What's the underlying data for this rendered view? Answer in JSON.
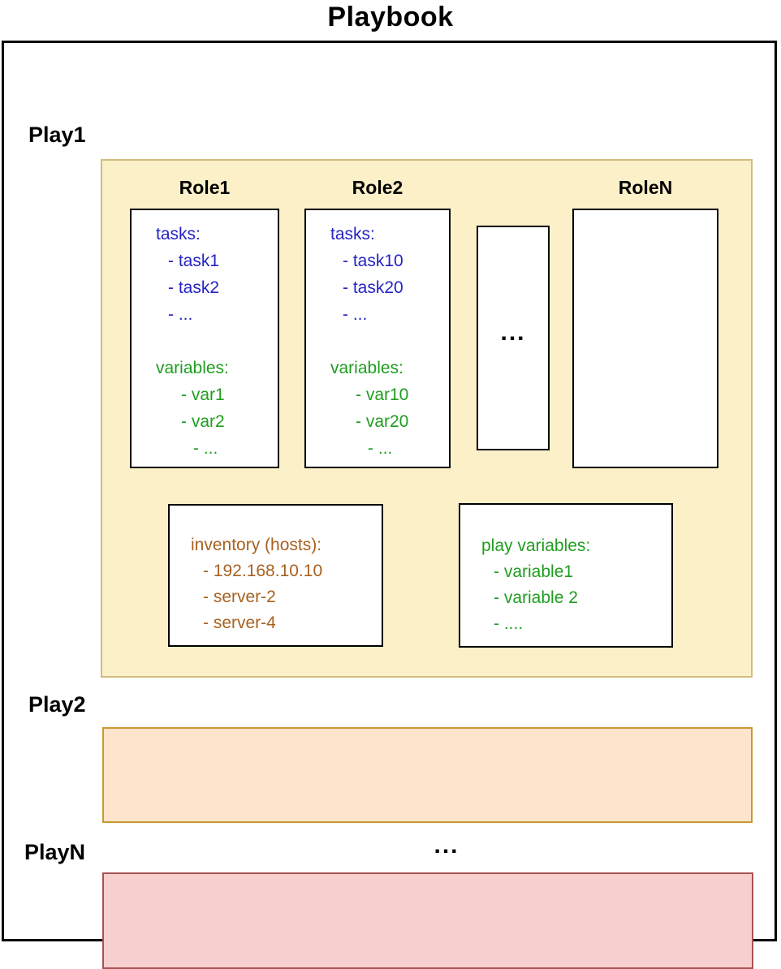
{
  "title": "Playbook",
  "colors": {
    "blue": "#2424c4",
    "green": "#1f9d1f",
    "brown": "#a8611f",
    "play1_fill": "#fcf0c9",
    "play1_border": "#d2bc7e",
    "play2_fill": "#fde4cb",
    "play2_border": "#c9992f",
    "playn_fill": "#f8cfcf",
    "playn_border": "#a85252"
  },
  "play1": {
    "label": "Play1",
    "roles": [
      {
        "name": "Role1",
        "lines": [
          {
            "t": "tasks:",
            "c": "blue",
            "i": 0
          },
          {
            "t": "- task1",
            "c": "blue",
            "i": 1
          },
          {
            "t": "- task2",
            "c": "blue",
            "i": 1
          },
          {
            "t": "- ...",
            "c": "blue",
            "i": 1
          },
          {
            "t": "",
            "i": 0
          },
          {
            "t": "variables:",
            "c": "green",
            "i": 0
          },
          {
            "t": "- var1",
            "c": "green",
            "i": 2
          },
          {
            "t": "- var2",
            "c": "green",
            "i": 2
          },
          {
            "t": "- ...",
            "c": "green",
            "i": 3
          }
        ]
      },
      {
        "name": "Role2",
        "lines": [
          {
            "t": "tasks:",
            "c": "blue",
            "i": 0
          },
          {
            "t": "- task10",
            "c": "blue",
            "i": 1
          },
          {
            "t": "- task20",
            "c": "blue",
            "i": 1
          },
          {
            "t": "- ...",
            "c": "blue",
            "i": 1
          },
          {
            "t": "",
            "i": 0
          },
          {
            "t": "variables:",
            "c": "green",
            "i": 0
          },
          {
            "t": "- var10",
            "c": "green",
            "i": 2
          },
          {
            "t": "- var20",
            "c": "green",
            "i": 2
          },
          {
            "t": "- ...",
            "c": "green",
            "i": 3
          }
        ]
      },
      {
        "name": "RoleN",
        "lines": []
      }
    ],
    "roles_ellipsis": "...",
    "inventory": {
      "lines": [
        {
          "t": "inventory (hosts):",
          "c": "brown",
          "i": 0
        },
        {
          "t": "- 192.168.10.10",
          "c": "brown",
          "i": 1
        },
        {
          "t": "- server-2",
          "c": "brown",
          "i": 1
        },
        {
          "t": "- server-4",
          "c": "brown",
          "i": 1
        }
      ]
    },
    "play_variables": {
      "lines": [
        {
          "t": "play variables:",
          "c": "green",
          "i": 0
        },
        {
          "t": "- variable1",
          "c": "green",
          "i": 1
        },
        {
          "t": "- variable 2",
          "c": "green",
          "i": 1
        },
        {
          "t": "- ....",
          "c": "green",
          "i": 1
        }
      ]
    }
  },
  "play2": {
    "label": "Play2"
  },
  "playn": {
    "label": "PlayN"
  },
  "plays_ellipsis": "..."
}
